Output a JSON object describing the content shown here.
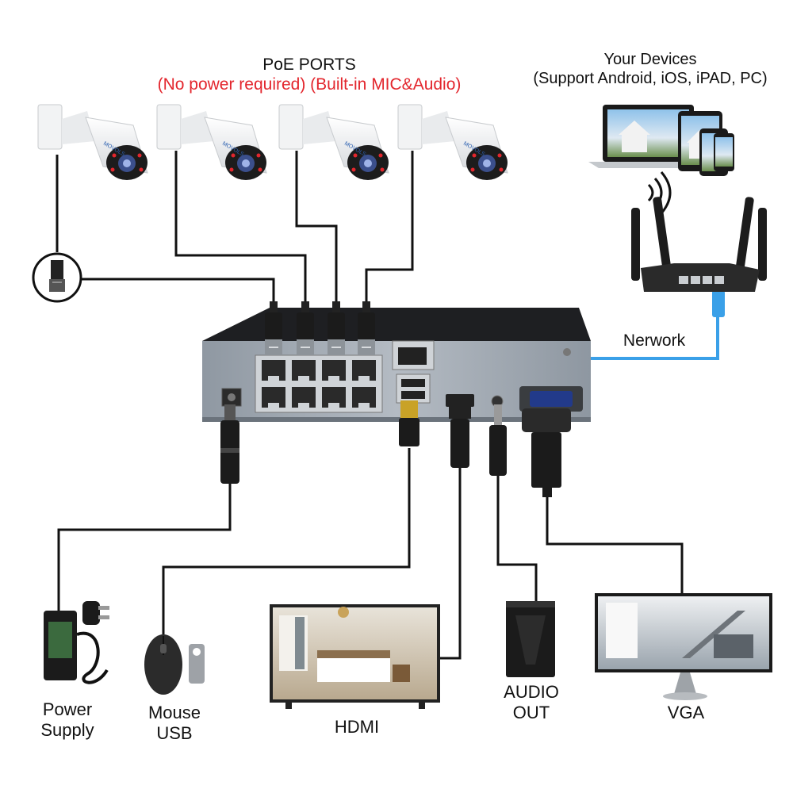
{
  "labels": {
    "poe_title": "PoE PORTS",
    "poe_subtitle": "(No power required) (Built-in MIC&Audio)",
    "devices_title": "Your Devices",
    "devices_subtitle": "(Support Android, iOS, iPAD, PC)",
    "network": "Nerwork",
    "power_line1": "Power",
    "power_line2": "Supply",
    "mouse_line1": "Mouse",
    "mouse_line2": "USB",
    "hdmi": "HDMI",
    "audio_line1": "AUDIO",
    "audio_line2": "OUT",
    "vga": "VGA"
  },
  "camera_brand": "MOVOLS",
  "colors": {
    "accent_red": "#e3262d",
    "network_cable": "#3aa0e8",
    "nvr_front": "#9aa3ad",
    "nvr_top": "#1e1f22",
    "cable": "#111111"
  }
}
